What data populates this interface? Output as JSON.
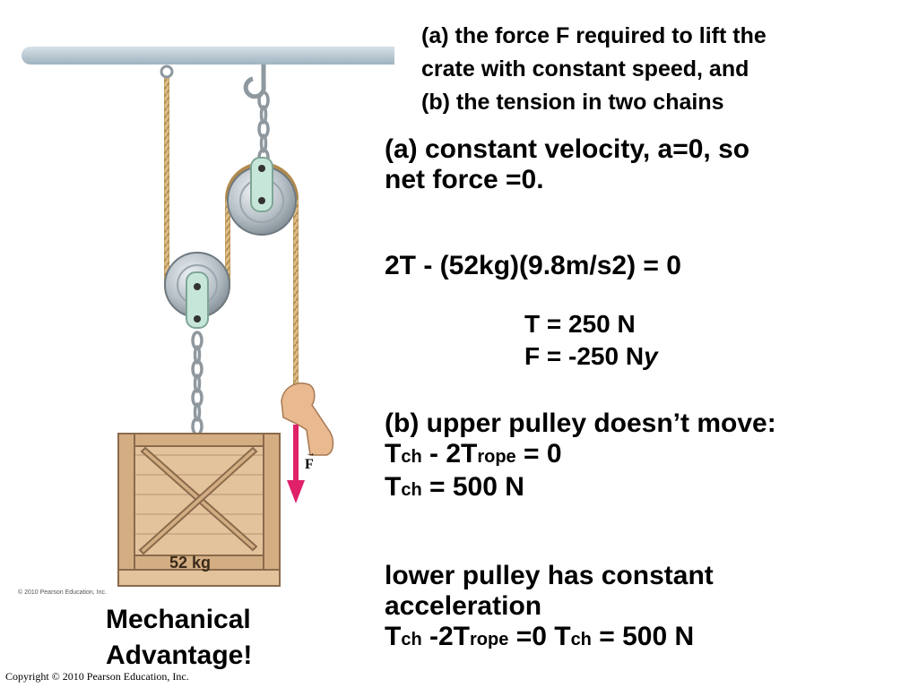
{
  "question": {
    "line1": "(a) the force F required to lift the",
    "line2": "crate with constant speed, and",
    "line3": "(b) the tension in two chains"
  },
  "solution_a": {
    "line1": "(a) constant velocity, a=0, so",
    "line2": "net force =0.",
    "equation": "2T - (52kg)(9.8m/s2) = 0",
    "result_t": "T = 250 N",
    "result_f": "F = -250 N",
    "result_f_unit": "y"
  },
  "solution_b": {
    "line1": "(b) upper pulley doesn’t move:",
    "eq1_t": "T",
    "eq1_sub1": "ch",
    "eq1_mid": " - 2T",
    "eq1_sub2": "rope",
    "eq1_end": " = 0",
    "eq2_t": "T",
    "eq2_sub": "ch",
    "eq2_end": " = 500 N"
  },
  "solution_c": {
    "line1": "lower pulley has constant",
    "line2": "acceleration",
    "t1": "T",
    "sub1": "ch",
    "mid1": " -2T",
    "sub2": "rope",
    "mid2": " =0   T",
    "sub3": "ch",
    "end": " = 500 N"
  },
  "mechanical": {
    "line1": "Mechanical",
    "line2": "Advantage!"
  },
  "figure": {
    "crate_label": "52 kg",
    "force_label": "F",
    "fig_copyright": "© 2010 Pearson Education, Inc."
  },
  "copyright": "Copyright © 2010 Pearson Education, Inc.",
  "colors": {
    "ceiling": "#b7c8d3",
    "rope": "#d6b47a",
    "chain": "#9aa3a8",
    "pulley": "#b9c2c9",
    "bracket": "#bfe0d2",
    "wood": "#d9b58c",
    "wood_dark": "#a98462",
    "arrow": "#e0216a"
  }
}
